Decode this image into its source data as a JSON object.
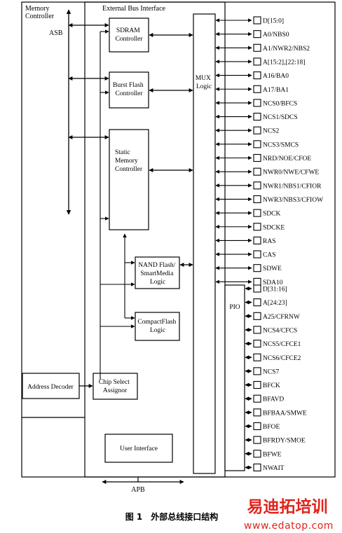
{
  "caption": "图 1　外部总线接口结构",
  "watermark": {
    "brand": "易迪拓培训",
    "url": "www.edatop.com",
    "color": "#e1241b"
  },
  "memory_controller": {
    "title": "Memory Controller",
    "bus": "ASB"
  },
  "ebi": {
    "title": "External Bus Interface",
    "apb": "APB"
  },
  "blocks": {
    "sdram": "SDRAM Controller",
    "burst": "Burst Flash Controller",
    "static": "Static Memory Controller",
    "nand": "NAND Flash/ SmartMedia Logic",
    "cf": "CompactFlash Logic",
    "csa": "Chip Select Assignor",
    "ui": "User Interface",
    "addr": "Address Decoder",
    "mux": "MUX Logic",
    "pio": "PIO"
  },
  "mux_pins": [
    "D[15:0]",
    "A0/NBS0",
    "A1/NWR2/NBS2",
    "A[15:2],[22:18]",
    "A16/BA0",
    "A17/BA1",
    "NCS0/BFCS",
    "NCS1/SDCS",
    "NCS2",
    "NCS3/SMCS",
    "NRD/NOE/CFOE",
    "NWR0/NWE/CFWE",
    "NWR1/NBS1/CFIOR",
    "NWR3/NBS3/CFIOW",
    "SDCK",
    "SDCKE",
    "RAS",
    "CAS",
    "SDWE",
    "SDA10"
  ],
  "pio_pins": [
    "D[31:16]",
    "A[24:23]",
    "A25/CFRNW",
    "NCS4/CFCS",
    "NCS5/CFCE1",
    "NCS6/CFCE2",
    "NCS7",
    "BFCK",
    "BFAVD",
    "BFBAA/SMWE",
    "BFOE",
    "BFRDY/SMOE",
    "BFWE",
    "NWAIT"
  ]
}
